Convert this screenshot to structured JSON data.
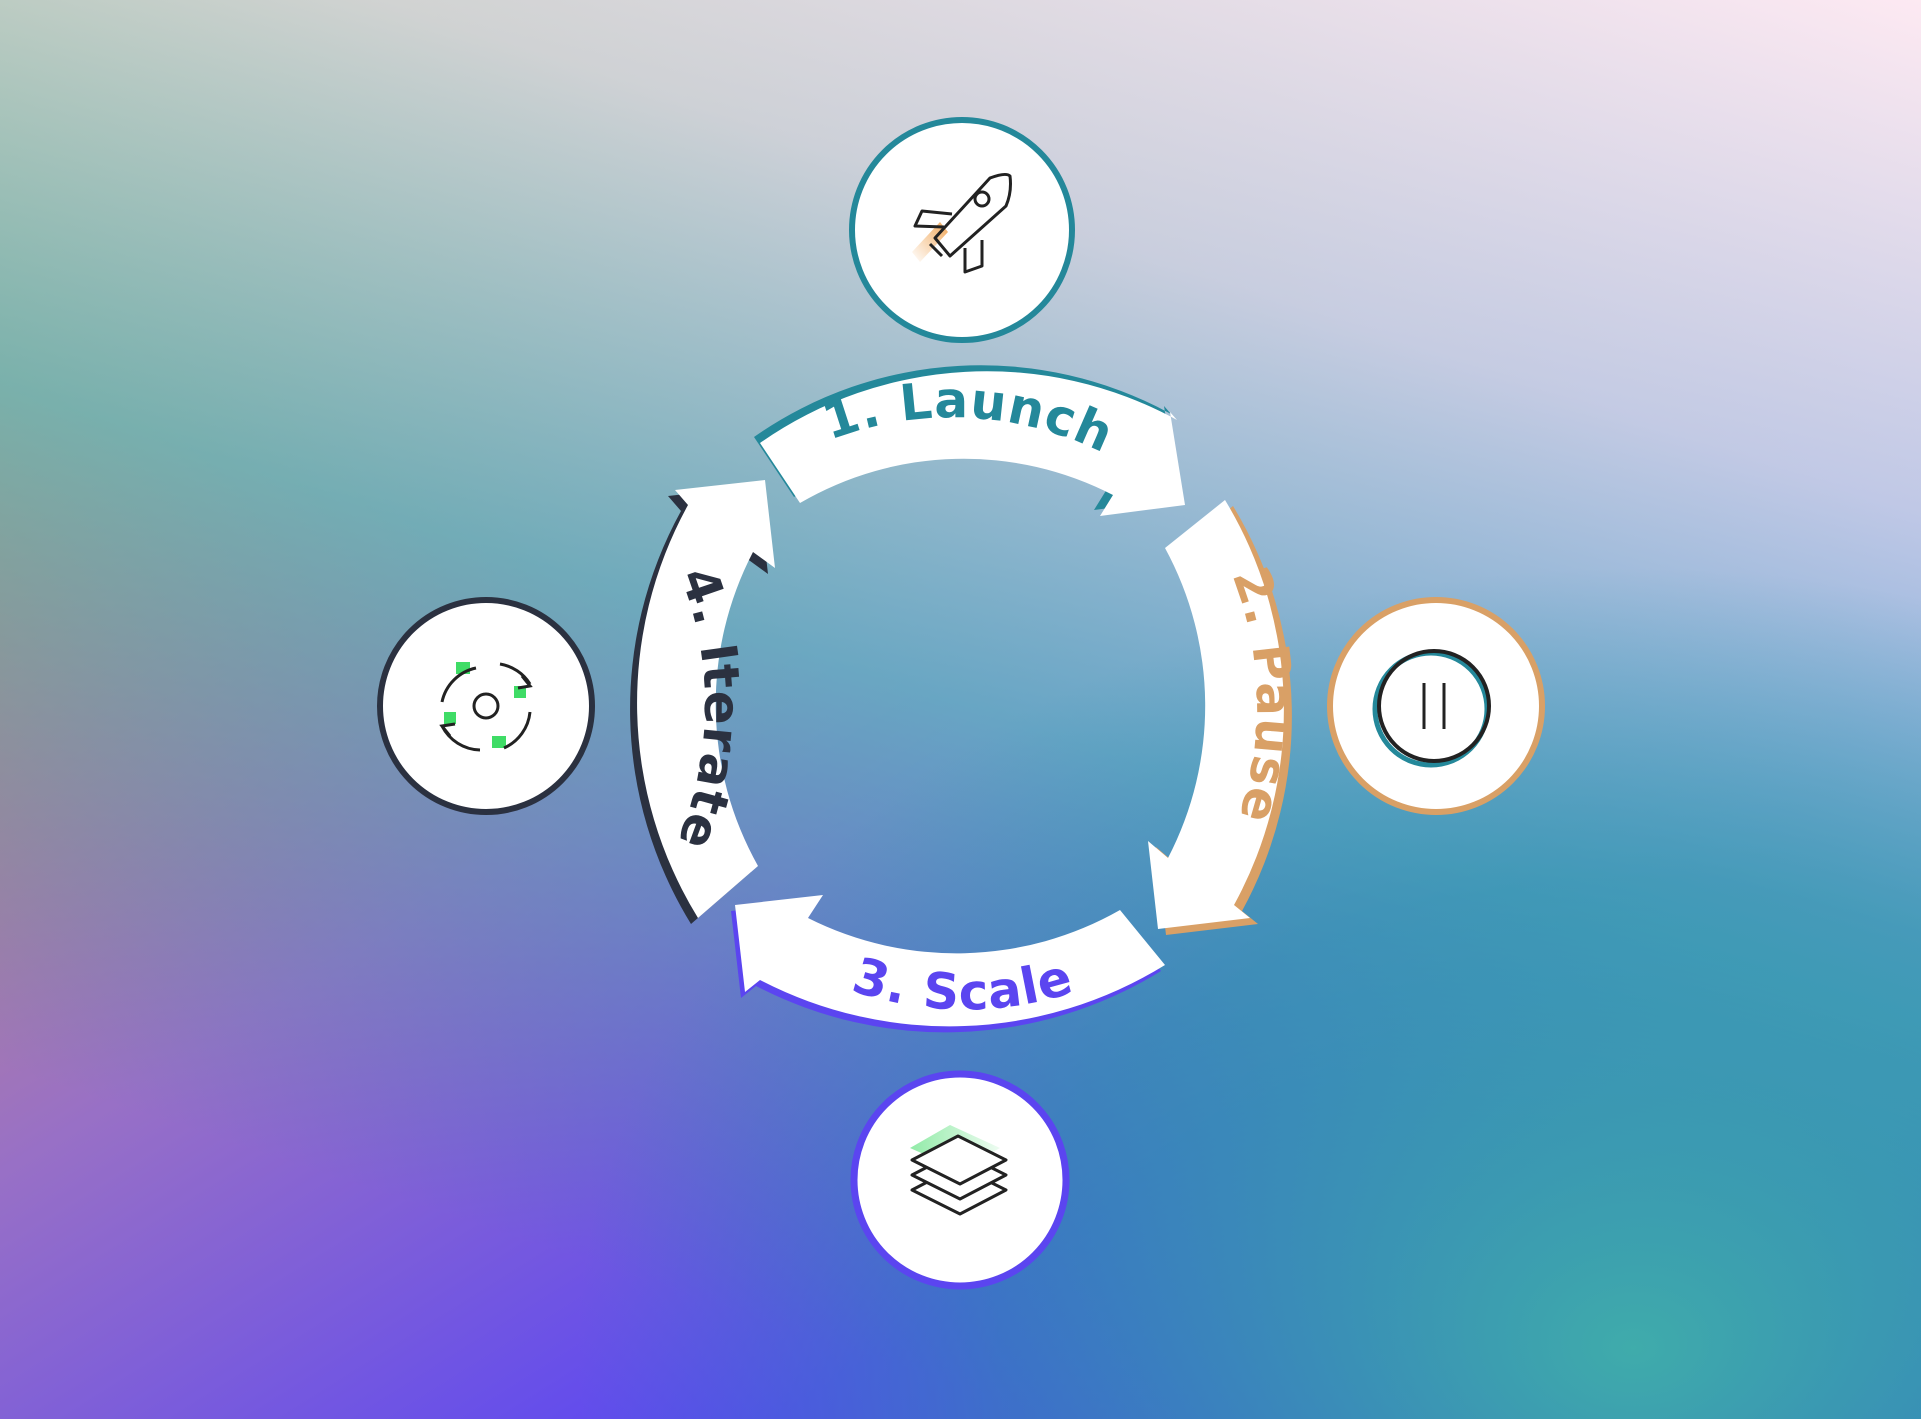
{
  "colors": {
    "launch": "#24889a",
    "pause": "#d9a066",
    "scale": "#5b45f0",
    "iterate": "#2b3140",
    "accent_green": "#3fdc66",
    "accent_orange": "#f0a04a",
    "white": "#ffffff"
  },
  "steps": [
    {
      "label": "1. Launch",
      "icon": "rocket-icon"
    },
    {
      "label": "2. Pause",
      "icon": "pause-icon"
    },
    {
      "label": "3. Scale",
      "icon": "layers-icon"
    },
    {
      "label": "4. Iterate",
      "icon": "iterate-cycle-icon"
    }
  ]
}
